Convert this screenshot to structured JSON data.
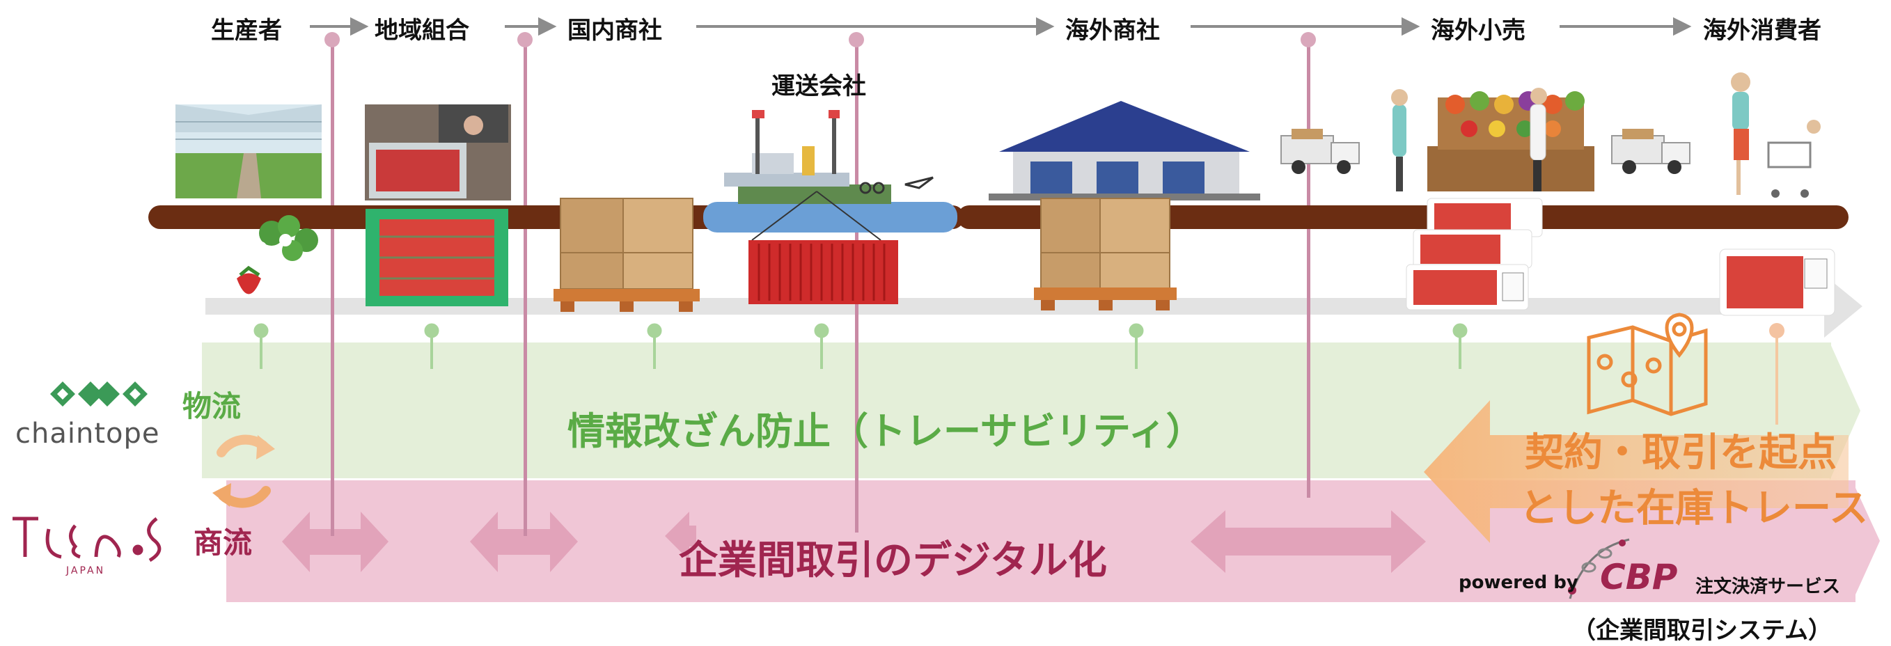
{
  "stages": [
    {
      "label": "生産者"
    },
    {
      "label": "地域組合"
    },
    {
      "label": "国内商社"
    },
    {
      "label": "海外商社"
    },
    {
      "label": "海外小売"
    },
    {
      "label": "海外消費者"
    }
  ],
  "transport_label": "運送会社",
  "logistics_label": "物流",
  "commerce_label": "商流",
  "logistics_band_text": "情報改ざん防止（トレーサビリティ）",
  "commerce_band_text": "企業間取引のデジタル化",
  "contract_text": {
    "line1": "契約・取引を起点",
    "line2": "とした在庫トレース"
  },
  "powered_by": {
    "prefix": "powered by",
    "brand": "CBP",
    "service": "注文決済サービス"
  },
  "system_caption": "（企業間取引システム）",
  "logos": {
    "chaintope": "chaintope",
    "tecnos": "JAPAN"
  },
  "colors": {
    "green": "#5aab46",
    "pink": "#a0254f",
    "orange": "#ec8a3a",
    "brown": "#6b2d12",
    "rod": "#d19aae"
  }
}
